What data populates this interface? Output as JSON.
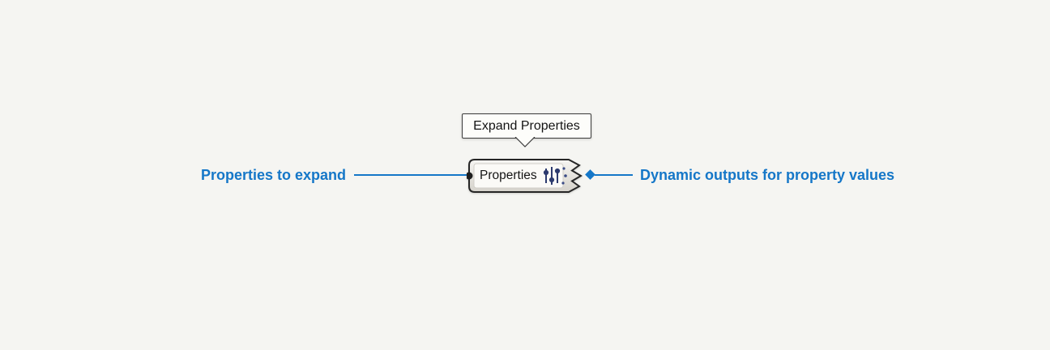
{
  "canvas": {
    "background": "#f5f5f2"
  },
  "tooltip": {
    "label": "Expand Properties"
  },
  "component": {
    "label": "Properties",
    "icon": "sliders-icon",
    "input_port": "properties-input-port",
    "output_port": "dynamic-output-port"
  },
  "annotations": {
    "left": {
      "label": "Properties to expand"
    },
    "right": {
      "label": "Dynamic outputs for property values"
    }
  },
  "colors": {
    "canvas_bg": "#f5f5f2",
    "annotation_blue": "#1577c8",
    "wire_blue": "#1577c8",
    "component_border": "#262626",
    "icon_navy": "#2c3a6e"
  }
}
